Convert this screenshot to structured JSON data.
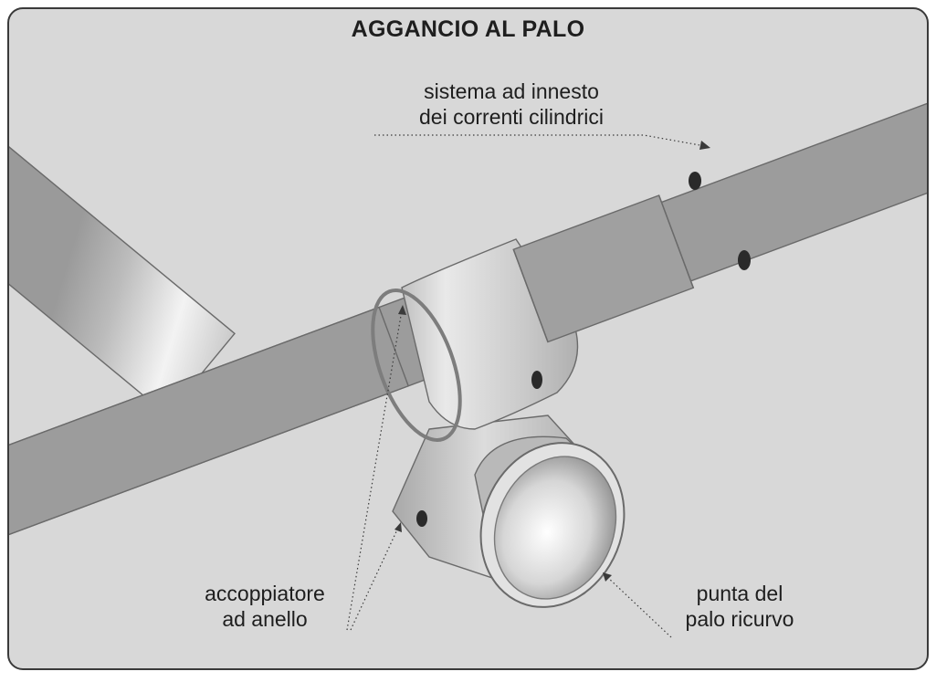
{
  "diagram": {
    "title": "AGGANCIO AL PALO",
    "labels": {
      "tube_system": {
        "line1": "sistema ad innesto",
        "line2": "dei correnti cilindrici"
      },
      "ring_coupler": {
        "line1": "accoppiatore",
        "line2": "ad anello"
      },
      "pole_tip": {
        "line1": "punta del",
        "line2": "palo ricurvo"
      }
    },
    "colors": {
      "background": "#d8d8d8",
      "frame": "#3a3a3a",
      "metal_light": "#f4f4f4",
      "metal_mid": "#bdbdbd",
      "metal_dark": "#8c8c8c",
      "outline": "#6a6a6a",
      "leader": "#3a3a3a"
    }
  }
}
